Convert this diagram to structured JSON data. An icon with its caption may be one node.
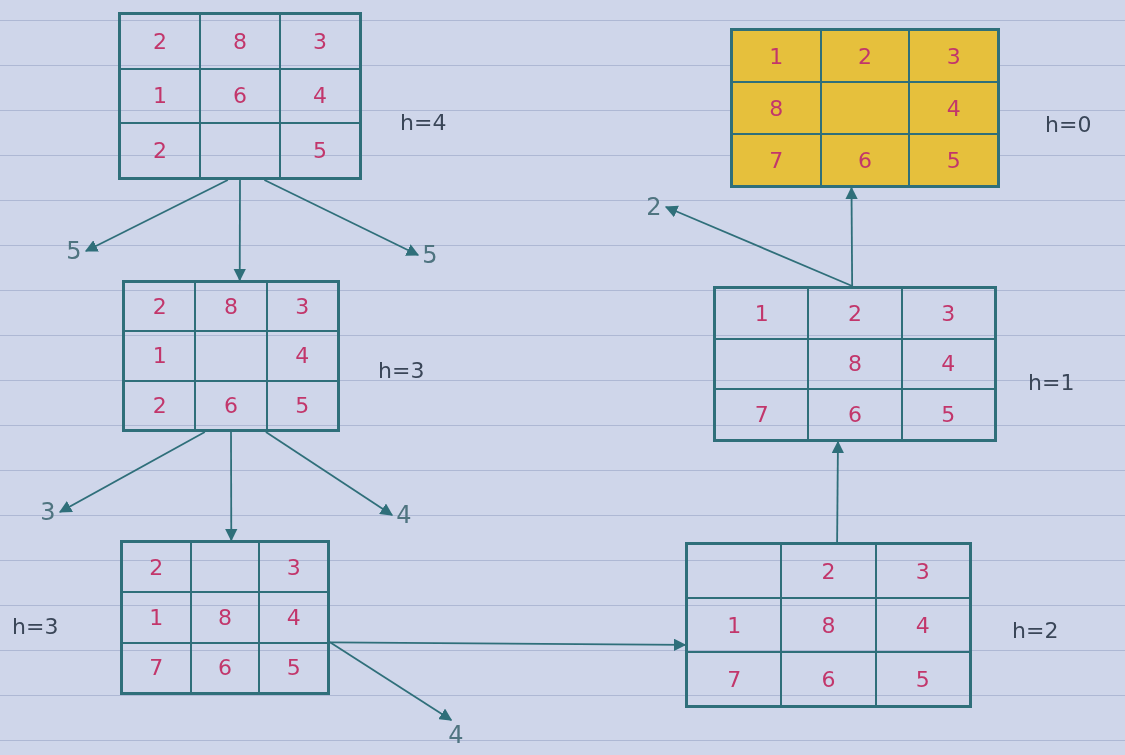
{
  "diagram": {
    "nodes": [
      {
        "text": [],
        "shape": "box",
        "beside": [
          "h=4"
        ]
      },
      {
        "text": [
          "2"
        ],
        "in": 0
      },
      {
        "text": [
          "8"
        ],
        "in": 0
      },
      {
        "text": [
          "3"
        ],
        "in": 0
      },
      {
        "text": [
          "1"
        ],
        "in": 0
      },
      {
        "text": [
          "6"
        ],
        "in": 0
      },
      {
        "text": [
          "4"
        ],
        "in": 0
      },
      {
        "text": [
          "2"
        ],
        "in": 0
      },
      {
        "text": [],
        "shape": "box",
        "in": 0
      },
      {
        "text": [
          "5"
        ],
        "in": 0
      },
      {
        "text": [],
        "shape": "box",
        "beside": [
          "h=0"
        ]
      },
      {
        "text": [
          "1"
        ],
        "in": 10
      },
      {
        "text": [
          "2"
        ],
        "in": 10
      },
      {
        "text": [
          "3"
        ],
        "in": 10
      },
      {
        "text": [
          "8"
        ],
        "in": 10
      },
      {
        "text": [],
        "shape": "box",
        "in": 10
      },
      {
        "text": [
          "4"
        ],
        "in": 10
      },
      {
        "text": [
          "7"
        ],
        "in": 10
      },
      {
        "text": [
          "6"
        ],
        "in": 10
      },
      {
        "text": [
          "5"
        ],
        "in": 10
      },
      {
        "text": [
          "2"
        ]
      },
      {
        "text": [
          "5"
        ]
      },
      {
        "text": [
          "5"
        ]
      },
      {
        "text": [],
        "shape": "box",
        "beside": [
          "h=3"
        ]
      },
      {
        "text": [
          "2"
        ],
        "in": 23
      },
      {
        "text": [
          "8"
        ],
        "in": 23
      },
      {
        "text": [
          "3"
        ],
        "in": 23
      },
      {
        "text": [
          "1"
        ],
        "in": 23
      },
      {
        "text": [],
        "shape": "box",
        "in": 23
      },
      {
        "text": [
          "4"
        ],
        "in": 23
      },
      {
        "text": [
          "2"
        ],
        "in": 23
      },
      {
        "text": [
          "6"
        ],
        "in": 23
      },
      {
        "text": [
          "5"
        ],
        "in": 23
      },
      {
        "text": [],
        "shape": "box",
        "beside": [
          "h=1"
        ]
      },
      {
        "text": [
          "1"
        ],
        "in": 33
      },
      {
        "text": [
          "2"
        ],
        "in": 33
      },
      {
        "text": [
          "3"
        ],
        "in": 33
      },
      {
        "text": [],
        "shape": "box",
        "in": 33
      },
      {
        "text": [
          "8"
        ],
        "in": 33
      },
      {
        "text": [
          "4"
        ],
        "in": 33
      },
      {
        "text": [
          "7"
        ],
        "in": 33
      },
      {
        "text": [
          "6"
        ],
        "in": 33
      },
      {
        "text": [
          "5"
        ],
        "in": 33
      },
      {
        "text": [
          "3"
        ]
      },
      {
        "text": [
          "4"
        ]
      },
      {
        "text": [],
        "shape": "box",
        "beside": [
          "h=3"
        ]
      },
      {
        "text": [
          "2"
        ],
        "in": 45
      },
      {
        "text": [],
        "shape": "box",
        "in": 45
      },
      {
        "text": [
          "3"
        ],
        "in": 45
      },
      {
        "text": [
          "1"
        ],
        "in": 45
      },
      {
        "text": [
          "8"
        ],
        "in": 45
      },
      {
        "text": [
          "4"
        ],
        "in": 45
      },
      {
        "text": [
          "7"
        ],
        "in": 45
      },
      {
        "text": [
          "6"
        ],
        "in": 45
      },
      {
        "text": [
          "5"
        ],
        "in": 45
      },
      {
        "text": [],
        "shape": "box",
        "beside": [
          "h=2"
        ]
      },
      {
        "text": [],
        "shape": "box",
        "in": 55
      },
      {
        "text": [
          "2"
        ],
        "in": 55
      },
      {
        "text": [
          "3"
        ],
        "in": 55
      },
      {
        "text": [
          "1"
        ],
        "in": 55
      },
      {
        "text": [
          "8"
        ],
        "in": 55
      },
      {
        "text": [
          "4"
        ],
        "in": 55
      },
      {
        "text": [
          "7"
        ],
        "in": 55
      },
      {
        "text": [
          "6"
        ],
        "in": 55
      },
      {
        "text": [
          "5"
        ],
        "in": 55
      },
      {
        "text": [
          "4"
        ]
      }
    ],
    "edges": [
      {
        "from": 0,
        "to": 21,
        "arrow": "to"
      },
      {
        "from": 0,
        "to": 23,
        "arrow": "to"
      },
      {
        "from": 0,
        "to": 22,
        "arrow": "to"
      },
      {
        "from": 23,
        "to": 43,
        "arrow": "to"
      },
      {
        "from": 23,
        "to": 45,
        "arrow": "to"
      },
      {
        "from": 23,
        "to": 44,
        "arrow": "to"
      },
      {
        "from": 45,
        "to": 55,
        "arrow": "to"
      },
      {
        "from": 45,
        "to": 65,
        "arrow": "to"
      },
      {
        "from": 55,
        "to": 33,
        "arrow": "to"
      },
      {
        "from": 33,
        "to": 10,
        "arrow": "to"
      },
      {
        "from": 33,
        "to": 20,
        "arrow": "to"
      }
    ]
  }
}
